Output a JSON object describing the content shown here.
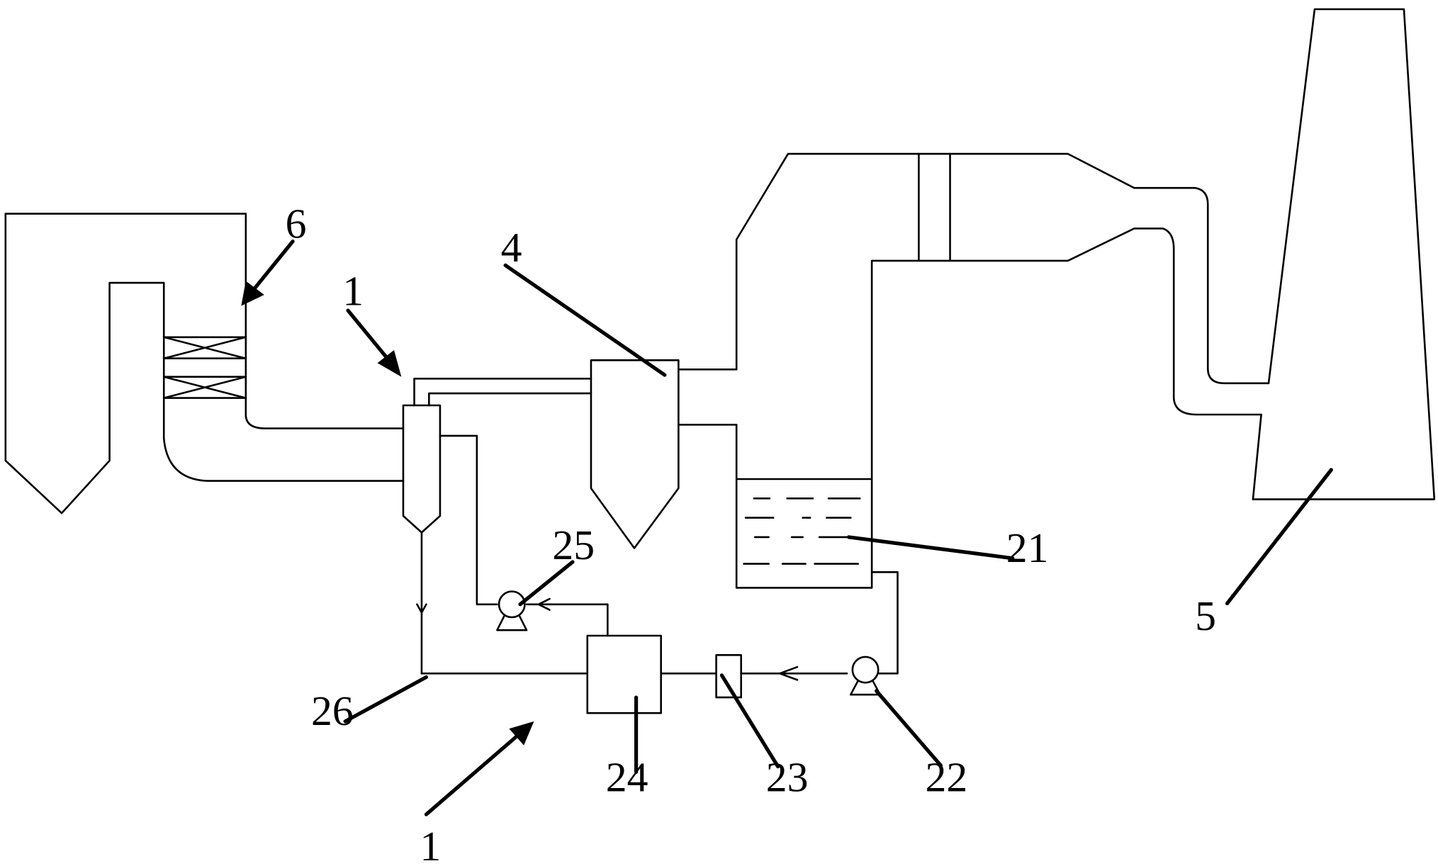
{
  "labels": {
    "l6": "6",
    "l1_top": "1",
    "l4": "4",
    "l21": "21",
    "l25": "25",
    "l5": "5",
    "l26": "26",
    "l24": "24",
    "l23": "23",
    "l22": "22",
    "l1_bottom": "1"
  },
  "colors": {
    "line": "#000000",
    "background": "#ffffff"
  }
}
